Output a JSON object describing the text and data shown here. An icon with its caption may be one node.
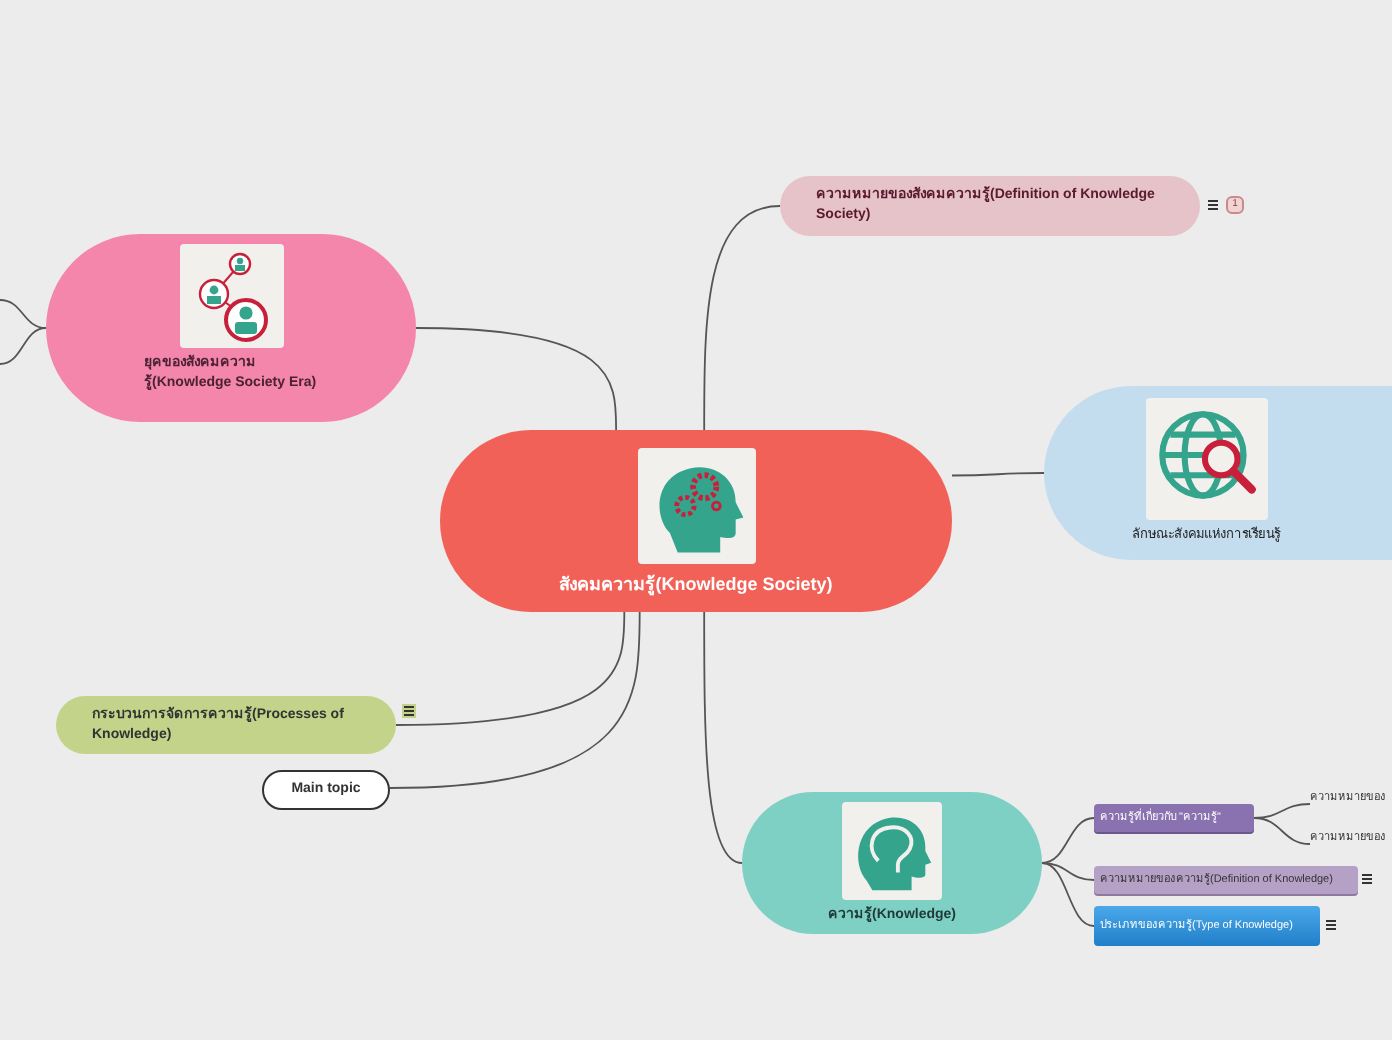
{
  "diagram": {
    "nodes": [
      {
        "text": [
          "สังคมความรู้(Knowledge Society)"
        ]
      },
      {
        "text": [
          "ยุคของสังคมความรู้(Knowledge Society Era)"
        ]
      },
      {
        "text": [
          "ความหมายของสังคมความรู้(Definition of Knowledge Society)"
        ]
      },
      {
        "text": [
          "ลักษณะสังคมแห่งการเรียนรู้"
        ]
      },
      {
        "text": [
          "กระบวนการจัดการความรู้(Processes of Knowledge)"
        ]
      },
      {
        "text": [
          "Main topic"
        ]
      },
      {
        "text": [
          "ความรู้(Knowledge)"
        ]
      },
      {
        "text": [
          "ความรู้ที่เกี่ยวกับ \"ความรู้\""
        ]
      },
      {
        "text": [
          "ความหมายของ"
        ]
      },
      {
        "text": [
          "ความหมายของ"
        ]
      },
      {
        "text": [
          "ความหมายของความรู้(Definition of Knowledge)"
        ]
      },
      {
        "text": [
          "ประเภทของความรู้(Type of Knowledge)"
        ]
      }
    ],
    "edges": [
      {
        "from": 0,
        "to": 1,
        "arrow": "none"
      },
      {
        "from": 0,
        "to": 2,
        "arrow": "none"
      },
      {
        "from": 0,
        "to": 3,
        "arrow": "none"
      },
      {
        "from": 0,
        "to": 4,
        "arrow": "none"
      },
      {
        "from": 0,
        "to": 5,
        "arrow": "none"
      },
      {
        "from": 0,
        "to": 6,
        "arrow": "none"
      },
      {
        "from": 6,
        "to": 7,
        "arrow": "none"
      },
      {
        "from": 7,
        "to": 8,
        "arrow": "none"
      },
      {
        "from": 7,
        "to": 9,
        "arrow": "none"
      },
      {
        "from": 6,
        "to": 10,
        "arrow": "none"
      },
      {
        "from": 6,
        "to": 11,
        "arrow": "none"
      },
      {
        "from": 1,
        "to": null,
        "arrow": "none"
      },
      {
        "from": 1,
        "to": null,
        "arrow": "none"
      }
    ],
    "labels": [
      "1"
    ]
  }
}
